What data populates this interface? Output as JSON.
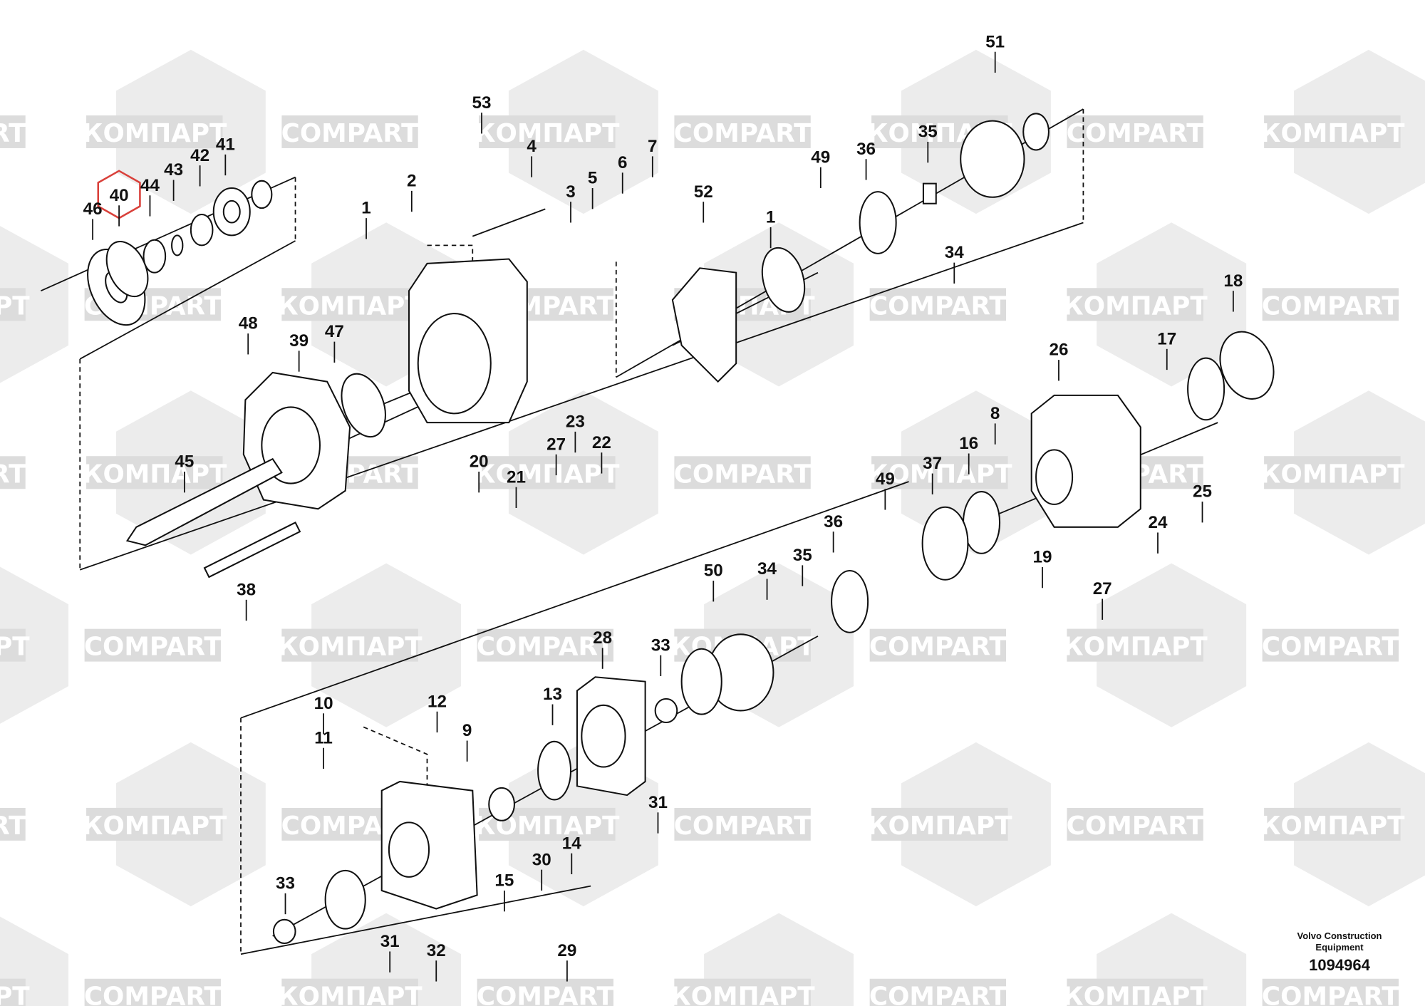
{
  "watermark": {
    "text_a": "КОМПАРТ",
    "text_b": "COMPART",
    "color": "#dcdcdc"
  },
  "highlight_color": "#d9403a",
  "callouts": [
    "51",
    "53",
    "4",
    "7",
    "6",
    "5",
    "3",
    "2",
    "1",
    "52",
    "1",
    "49",
    "36",
    "35",
    "34",
    "44",
    "43",
    "42",
    "41",
    "40",
    "46",
    "48",
    "39",
    "47",
    "45",
    "38",
    "23",
    "22",
    "27",
    "20",
    "21",
    "18",
    "17",
    "26",
    "8",
    "16",
    "37",
    "49",
    "25",
    "24",
    "19",
    "27",
    "36",
    "35",
    "34",
    "50",
    "28",
    "33",
    "10",
    "11",
    "12",
    "9",
    "13",
    "31",
    "14",
    "30",
    "15",
    "33",
    "31",
    "32",
    "29"
  ],
  "highlighted_callout": "40",
  "footer": {
    "brand_line1": "Volvo Construction",
    "brand_line2": "Equipment",
    "drawing_number": "1094964"
  }
}
